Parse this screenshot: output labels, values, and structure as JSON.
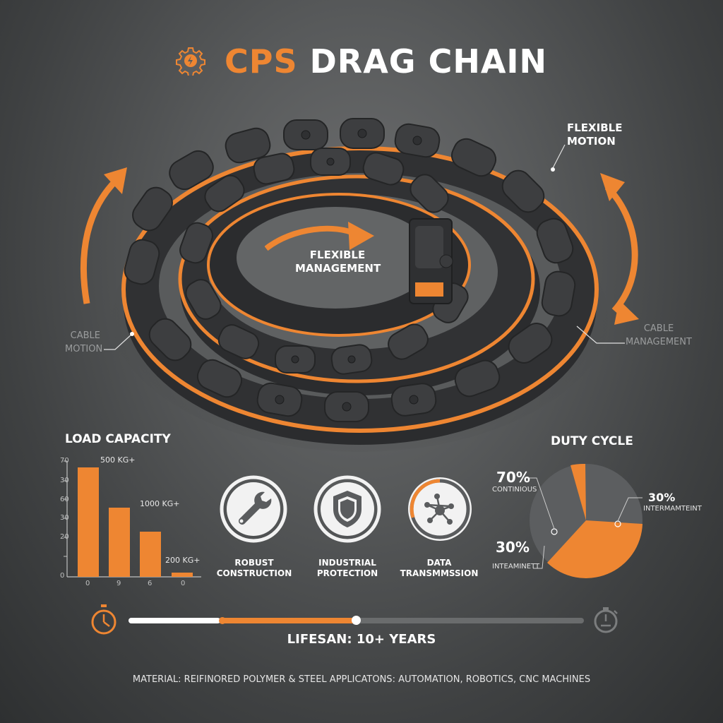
{
  "header": {
    "brand": "CPS",
    "title": "DRAG CHAIN",
    "logo_icon": "gear-lightning-icon"
  },
  "colors": {
    "accent": "#ee8632",
    "background": "#555758",
    "chain_dark": "#2b2c2e",
    "chain_link": "#3d3e40",
    "pie_gray": "#5c5e60",
    "text": "#ffffff"
  },
  "callouts": {
    "flexible_motion": [
      "FLEXIBLE",
      "MOTION"
    ],
    "flexible_management": [
      "FLEXIBLE",
      "MANAGEMENT"
    ],
    "cable_motion": [
      "CABLE",
      "MOTION"
    ],
    "cable_management": [
      "CABLE",
      "MANAGEMENT"
    ]
  },
  "load_capacity": {
    "title": "LOAD CAPACITY",
    "y_ticks": [
      "70",
      "30",
      "60",
      "30",
      "20",
      "0"
    ],
    "x_ticks": [
      "0",
      "9",
      "6",
      "0"
    ],
    "bar_labels": [
      "500 KG+",
      "1000 KG+",
      "200 KG+"
    ]
  },
  "features": [
    {
      "label1": "ROBUST",
      "label2": "CONSTRUCTION",
      "icon": "wrench-icon"
    },
    {
      "label1": "INDUSTRIAL",
      "label2": "PROTECTION",
      "icon": "shield-icon"
    },
    {
      "label1": "DATA",
      "label2": "TRANSMMSSION",
      "icon": "network-icon"
    }
  ],
  "duty_cycle": {
    "title": "DUTY CYCLE",
    "labels": [
      {
        "pct": "70%",
        "text": "CONTINIOUS"
      },
      {
        "pct": "30%",
        "text": "INTERMAMTEINT"
      },
      {
        "pct": "30%",
        "text": "INTEAMINETT"
      }
    ]
  },
  "lifespan": {
    "label": "LIFESAN: 10+ YEARS",
    "progress_white_end": 0.23,
    "progress_orange_end": 0.5
  },
  "footer": {
    "text": "MATERIAL: REIFINORED POLYMER & STEEL APPLICATONS: AUTOMATION, ROBOTICS, CNC MACHINES"
  },
  "chart_data": [
    {
      "type": "bar",
      "title": "LOAD CAPACITY",
      "categories": [
        "0",
        "9",
        "6",
        "0"
      ],
      "values": [
        66,
        35,
        22,
        2
      ],
      "annotations": [
        "500 KG+",
        "1000 KG+",
        "200 KG+"
      ],
      "y_tick_labels": [
        "0",
        "20",
        "30",
        "60",
        "30",
        "70"
      ],
      "ylim": [
        0,
        70
      ],
      "xlabel": "",
      "ylabel": "",
      "grid": false
    },
    {
      "type": "pie",
      "title": "DUTY CYCLE",
      "slices": [
        {
          "label": "CONTINIOUS",
          "value": 70,
          "color": "#5c5e60"
        },
        {
          "label": "INTERMAMTEINT",
          "value": 30,
          "color": "#ee8632"
        }
      ],
      "annotations": [
        "70% CONTINIOUS",
        "30% INTERMAMTEINT",
        "30% INTEAMINETT"
      ]
    }
  ]
}
